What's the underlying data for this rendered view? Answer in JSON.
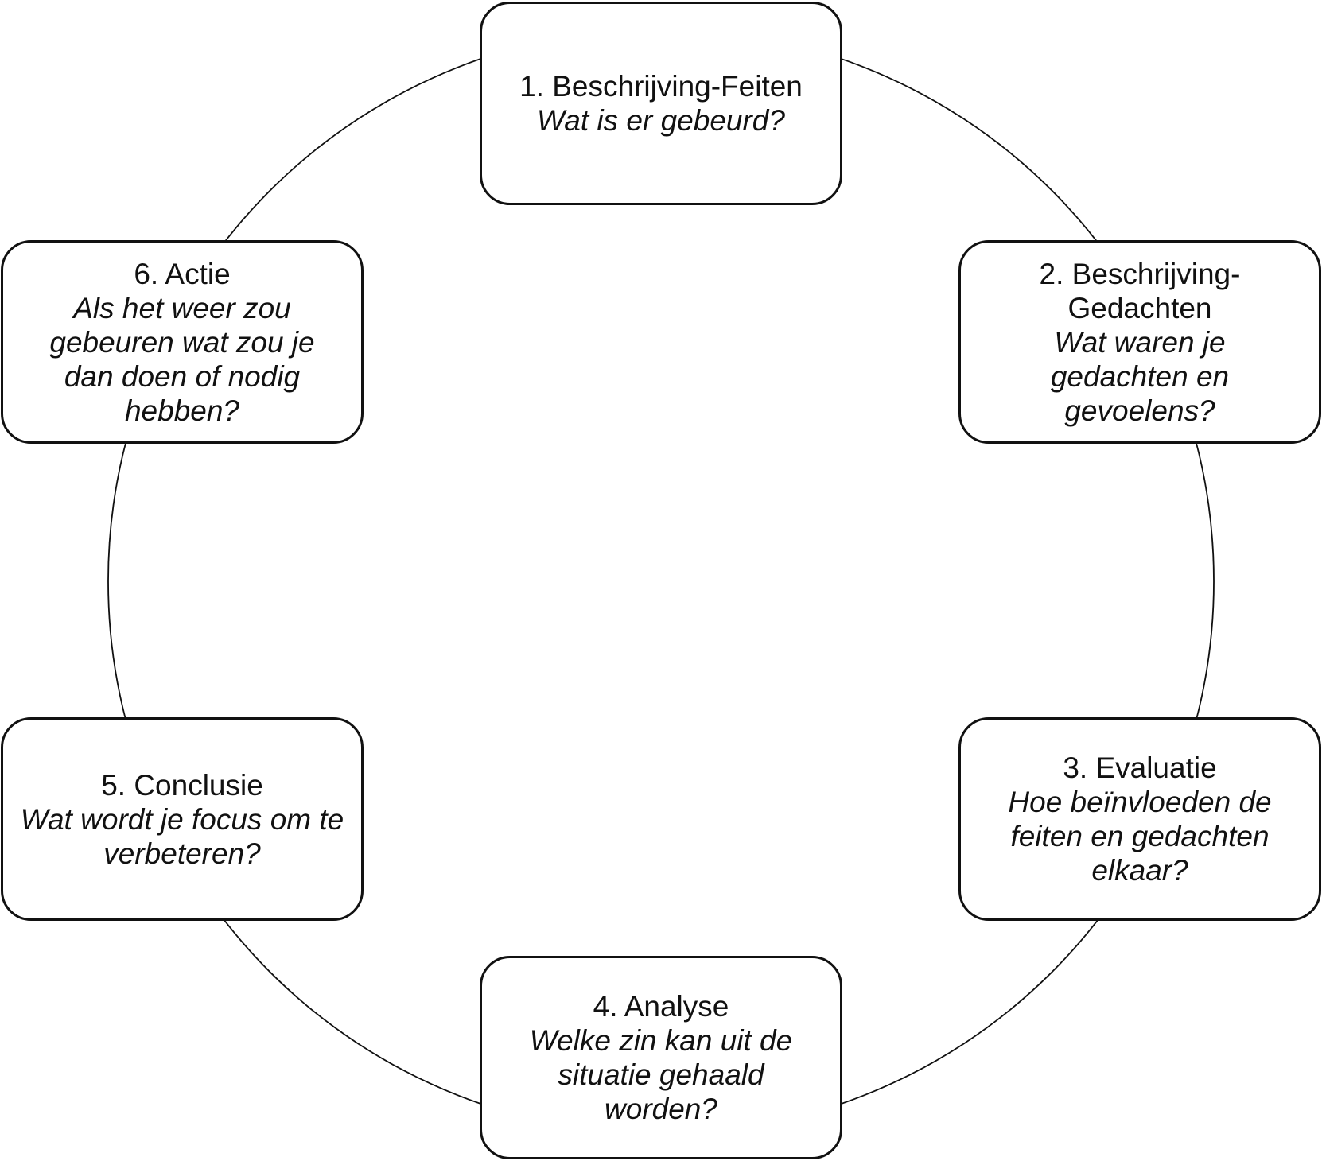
{
  "diagram": {
    "steps": [
      {
        "title": "1. Beschrijving-Feiten",
        "question": "Wat is er gebeurd?"
      },
      {
        "title": "2. Beschrijving-Gedachten",
        "question": "Wat waren je gedachten en gevoelens?"
      },
      {
        "title": "3. Evaluatie",
        "question": "Hoe beïnvloeden de feiten en gedachten elkaar?"
      },
      {
        "title": "4. Analyse",
        "question": "Welke zin kan uit de situatie gehaald worden?"
      },
      {
        "title": "5. Conclusie",
        "question": "Wat wordt je focus om te verbeteren?"
      },
      {
        "title": "6. Actie",
        "question": "Als het weer zou gebeuren wat zou je dan doen of nodig hebben?"
      }
    ]
  }
}
